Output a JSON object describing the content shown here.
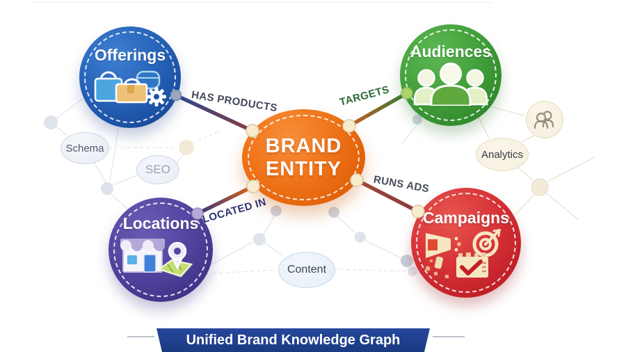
{
  "banner": {
    "label": "Unified Brand Knowledge Graph",
    "bg_color": "#1e3e8a",
    "text_color": "#ffffff"
  },
  "center_node": {
    "line1": "BRAND",
    "line2": "ENTITY",
    "color": "#e76a10"
  },
  "nodes": {
    "offerings": {
      "label": "Offerings",
      "color": "#1d55a8",
      "icons": [
        "shopping-bag-icon",
        "gift-box-icon",
        "round-case-icon",
        "gear-icon"
      ]
    },
    "audiences": {
      "label": "Audiences",
      "color": "#3e9b38",
      "icons": [
        "people-group-icon"
      ]
    },
    "locations": {
      "label": "Locations",
      "color": "#4c3f99",
      "icons": [
        "storefront-icon",
        "map-pin-icon",
        "map-icon"
      ]
    },
    "campaigns": {
      "label": "Campaigns",
      "color": "#cd2127",
      "icons": [
        "megaphone-icon",
        "target-dart-icon",
        "checklist-icon"
      ]
    }
  },
  "edges": {
    "has_products": {
      "label": "HAS PRODUCTS",
      "from": "offerings",
      "to": "brand-entity",
      "color": "#43485a"
    },
    "targets": {
      "label": "TARGETS",
      "from": "brand-entity",
      "to": "audiences",
      "color": "#2c6a33"
    },
    "runs_ads": {
      "label": "RUNS ADS",
      "from": "brand-entity",
      "to": "campaigns",
      "color": "#474c59"
    },
    "located_in": {
      "label": "LOCATED IN",
      "from": "brand-entity",
      "to": "locations",
      "color": "#2d3570"
    }
  },
  "background_nodes": {
    "schema": {
      "label": "Schema"
    },
    "seo": {
      "label": "SEO"
    },
    "analytics": {
      "label": "Analytics"
    },
    "content": {
      "label": "Content"
    },
    "people_bubble": {
      "icon": "people-pair-icon"
    }
  }
}
